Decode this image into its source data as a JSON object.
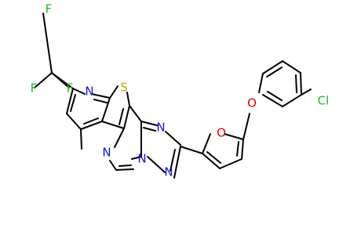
{
  "atom_labels": {
    "f_top": "F",
    "f_left": "F",
    "f_right": "F",
    "n_pyridine": "N",
    "s_thiophene": "S",
    "n_triazole_top": "N",
    "n_triazole_bridge": "N",
    "n_triazole_bottom": "N",
    "n_pyrimidine": "N",
    "o_furan": "O",
    "o_ether": "O",
    "cl": "Cl"
  },
  "colors": {
    "bond": "#000000",
    "nitrogen": "#1414d2",
    "sulfur": "#b5a800",
    "oxygen": "#e00000",
    "fluorine": "#28b428",
    "chlorine": "#28b428"
  }
}
